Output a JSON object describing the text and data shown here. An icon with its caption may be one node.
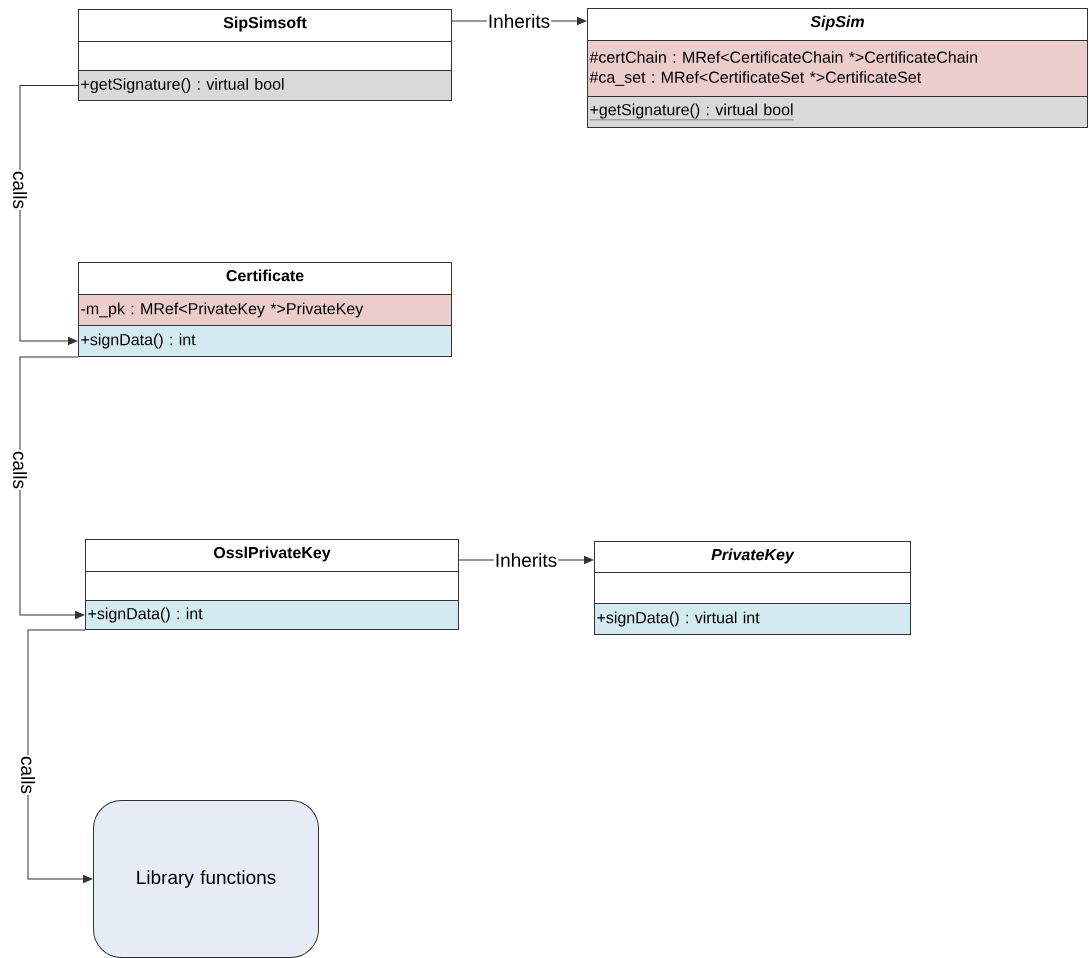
{
  "diagram": {
    "nodes": [
      {
        "text": [
          "SipSimsoft"
        ]
      },
      {
        "text": [],
        "shape": "box"
      },
      {
        "text": [
          "+getSignature() : virtual bool"
        ]
      },
      {
        "text": [
          "SipSim"
        ]
      },
      {
        "text": [
          "#certChain : MRef<CertificateChain *>CertificateChain",
          "#ca_set : MRef<CertificateSet *>CertificateSet"
        ]
      },
      {
        "text": [
          "+getSignature() : virtual bool"
        ]
      },
      {
        "text": [
          "Certificate"
        ]
      },
      {
        "text": [
          "-m_pk : MRef<PrivateKey *>PrivateKey"
        ]
      },
      {
        "text": [
          "+signData() : int"
        ]
      },
      {
        "text": [
          "OsslPrivateKey"
        ]
      },
      {
        "text": [],
        "shape": "box"
      },
      {
        "text": [
          "+signData() : int"
        ]
      },
      {
        "text": [
          "PrivateKey"
        ]
      },
      {
        "text": [],
        "shape": "box"
      },
      {
        "text": [
          "+signData() : virtual int"
        ]
      },
      {
        "text": [
          "Library functions"
        ]
      }
    ],
    "edges": [
      {
        "from": 0,
        "to": 3,
        "arrow": "to",
        "label": "Inherits"
      },
      {
        "from": 2,
        "to": 8,
        "arrow": "to",
        "label": "calls"
      },
      {
        "from": 8,
        "to": 11,
        "arrow": "to",
        "label": "calls"
      },
      {
        "from": 11,
        "to": 15,
        "arrow": "to",
        "label": "calls"
      },
      {
        "from": 9,
        "to": 12,
        "arrow": "to",
        "label": "Inherits"
      }
    ]
  }
}
